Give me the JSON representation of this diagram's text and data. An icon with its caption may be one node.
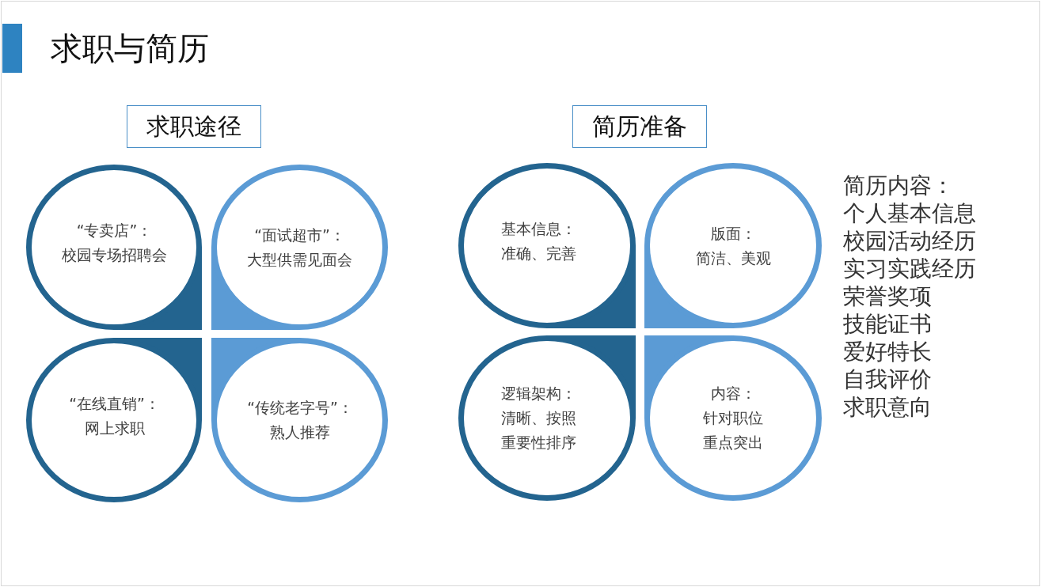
{
  "diagram": {
    "title": "求职与简历",
    "nodes": [
      {
        "text": [
          "求职途径"
        ]
      },
      {
        "text": [
          "“专卖店”：",
          "校园专场招聘会"
        ]
      },
      {
        "text": [
          "“面试超市”：",
          "大型供需见面会"
        ]
      },
      {
        "text": [
          "“在线直销”：",
          "网上求职"
        ]
      },
      {
        "text": [
          "“传统老字号”：",
          "熟人推荐"
        ]
      },
      {
        "text": [
          "简历准备"
        ]
      },
      {
        "text": [
          "基本信息：",
          "准确、完善"
        ]
      },
      {
        "text": [
          "版面：",
          "简洁、美观"
        ]
      },
      {
        "text": [
          "逻辑架构：",
          "清晰、按照重要性排序"
        ]
      },
      {
        "text": [
          "内容：",
          "针对职位重点突出"
        ]
      }
    ],
    "labels": [
      "简历内容：",
      "个人基本信息",
      "校园活动经历",
      "实习实践经历",
      "荣誉奖项",
      "技能证书",
      "爱好特长",
      "自我评价",
      "求职意向"
    ]
  }
}
